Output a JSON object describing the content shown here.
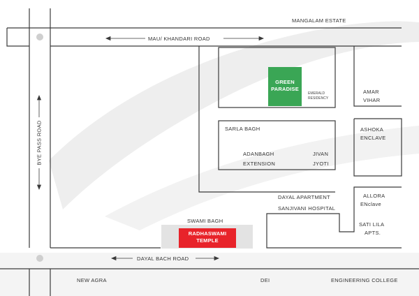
{
  "roads": {
    "top": "MANGALAM ESTATE",
    "mau_khandari": "MAU/ KHANDARI ROAD",
    "bye_pass": "BYE PASS ROAD",
    "dayal_bagh": "DAYAL BACH ROAD"
  },
  "areas": {
    "sarla_bagh": "SARLA BAGH",
    "adanbagh_line1": "ADANBAGH",
    "adanbagh_line2": "EXTENSION",
    "jivan_line1": "JIVAN",
    "jivan_line2": "JYOTI",
    "dayal_apartment": "DAYAL APARTMENT",
    "sanjivani": "SANJIVANI HOSPITAL",
    "swami_bagh": "SWAMI BAGH",
    "amar_line1": "AMAR",
    "amar_line2": "VIHAR",
    "ashoka_line1": "ASHOKA",
    "ashoka_line2": "ENCLAVE",
    "allora_line1": "ALLORA",
    "allora_line2": "ENclave",
    "sati_line1": "SATI LILA",
    "sati_line2": "APTS.",
    "emerald_line1": "EMERALD",
    "emerald_line2": "RESIDENCY",
    "new_agra": "NEW AGRA",
    "dei": "DEI",
    "engineering": "ENGINEERING COLLEGE"
  },
  "landmarks": {
    "green_paradise": {
      "line1": "GREEN",
      "line2": "PARADISE",
      "color": "#3aa655"
    },
    "radhaswami": {
      "line1": "RADHASWAMI",
      "line2": "TEMPLE",
      "color": "#e8232a"
    }
  },
  "colors": {
    "road_line": "#3a3a3a",
    "bg_swoosh": "#ececec",
    "block_fill": "#e3e3e3"
  }
}
